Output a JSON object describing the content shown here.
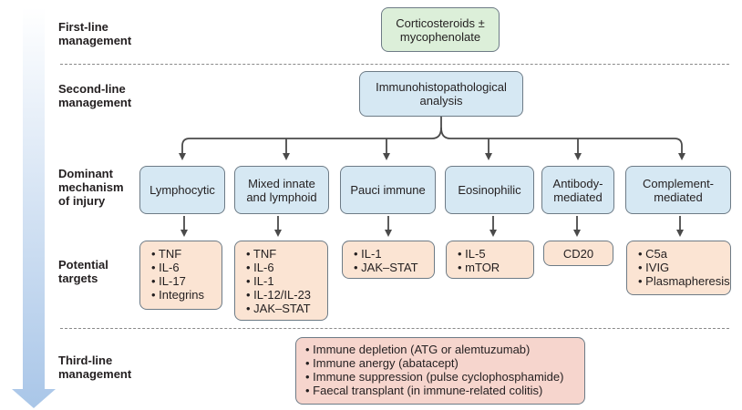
{
  "row_labels": {
    "first_line": "First-line\nmanagement",
    "second_line": "Second-line\nmanagement",
    "dominant": "Dominant\nmechanism\nof injury",
    "potential": "Potential\ntargets",
    "third_line": "Third-line\nmanagement"
  },
  "first_line_box": "Corticosteroids ±\nmycophenolate",
  "second_line_box": "Immunohistopathological\nanalysis",
  "mechanisms": [
    "Lymphocytic",
    "Mixed innate\nand lymphoid",
    "Pauci immune",
    "Eosinophilic",
    "Antibody-\nmediated",
    "Complement-\nmediated"
  ],
  "targets": {
    "lymphocytic": [
      "• TNF",
      "• IL-6",
      "• IL-17",
      "• Integrins"
    ],
    "mixed": [
      "• TNF",
      "• IL-6",
      "• IL-1",
      "• IL-12/IL-23",
      "• JAK–STAT"
    ],
    "pauci": [
      "• IL-1",
      "• JAK–STAT"
    ],
    "eosinophilic": [
      "• IL-5",
      "• mTOR"
    ],
    "antibody": "CD20",
    "complement": [
      "• C5a",
      "• IVIG",
      "• Plasmapheresis"
    ]
  },
  "third_line_items": [
    "• Immune depletion (ATG or alemtuzumab)",
    "• Immune anergy (abatacept)",
    "• Immune suppression (pulse cyclophosphamide)",
    "• Faecal transplant (in immune-related colitis)"
  ],
  "colors": {
    "green_box": "#dcefd9",
    "blue_box": "#d6e8f3",
    "peach_box": "#fbe4d3",
    "pink_box": "#f6d5cd",
    "arrow": "#4a4a4a",
    "side_arrow": "#b9d1ec"
  }
}
